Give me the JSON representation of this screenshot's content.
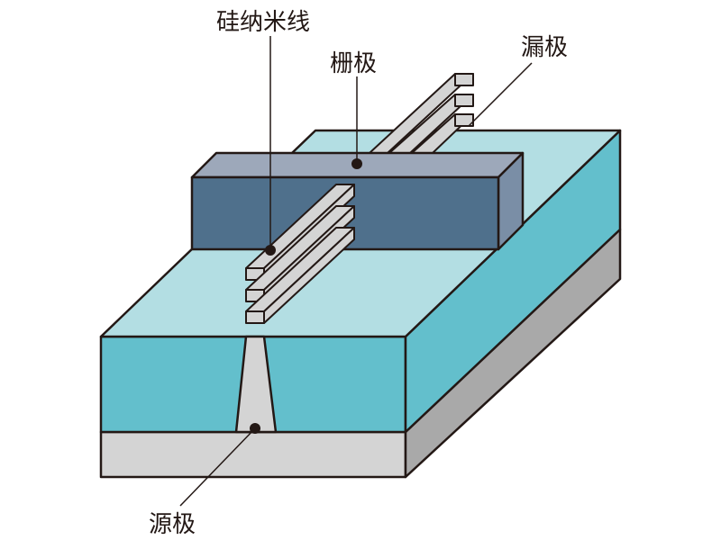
{
  "labels": {
    "nanowire": "硅纳米线",
    "gate": "栅极",
    "drain": "漏极",
    "source": "源极"
  },
  "colors": {
    "top_face": "#b3dee3",
    "side_face": "#63bfcc",
    "substrate_front": "#d4d4d4",
    "substrate_side": "#a9a9a9",
    "gate_front": "#4f708c",
    "gate_top": "#9da8ba",
    "gate_side": "#7a8ea6",
    "outline": "#231815"
  }
}
